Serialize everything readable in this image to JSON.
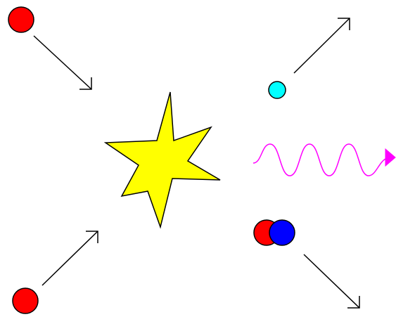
{
  "diagram": {
    "background": "#ffffff",
    "colors": {
      "incoming_particle": "#ff0000",
      "outgoing_light_particle": "#00ffff",
      "nucleus_proton": "#ff0000",
      "nucleus_neutron": "#0000ff",
      "explosion_star": "#ffff00",
      "photon_wave": "#ff00ff",
      "arrow": "#000000",
      "outline": "#000000"
    },
    "icons": [
      "incoming-particle-top-left",
      "incoming-particle-bottom-left",
      "explosion-star",
      "outgoing-light-particle",
      "photon-wave",
      "outgoing-nucleus"
    ]
  }
}
